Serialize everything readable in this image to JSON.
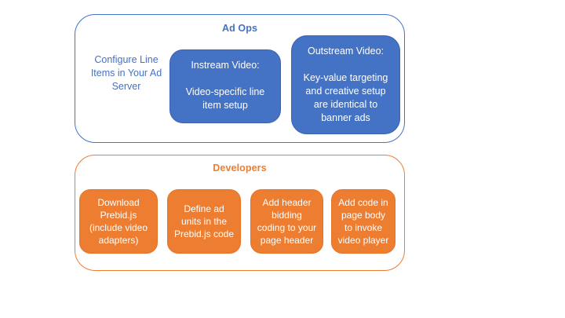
{
  "colors": {
    "blue": "#4472C4",
    "orange": "#ED7D31",
    "box_text": "#FFFFFF",
    "background": "#FFFFFF"
  },
  "ad_ops": {
    "title": "Ad Ops",
    "side_note": "Configure Line Items in Your Ad Server",
    "boxes": [
      {
        "heading": "Instream Video:",
        "body": "Video-specific line item setup"
      },
      {
        "heading": "Outstream Video:",
        "body": "Key-value targeting and creative setup are identical to banner ads"
      }
    ]
  },
  "developers": {
    "title": "Developers",
    "boxes": [
      {
        "label": "Download Prebid.js (include video adapters)"
      },
      {
        "label": "Define ad units in the Prebid.js code"
      },
      {
        "label": "Add header bidding coding to your page header"
      },
      {
        "label": "Add code in page body to invoke video player"
      }
    ]
  }
}
